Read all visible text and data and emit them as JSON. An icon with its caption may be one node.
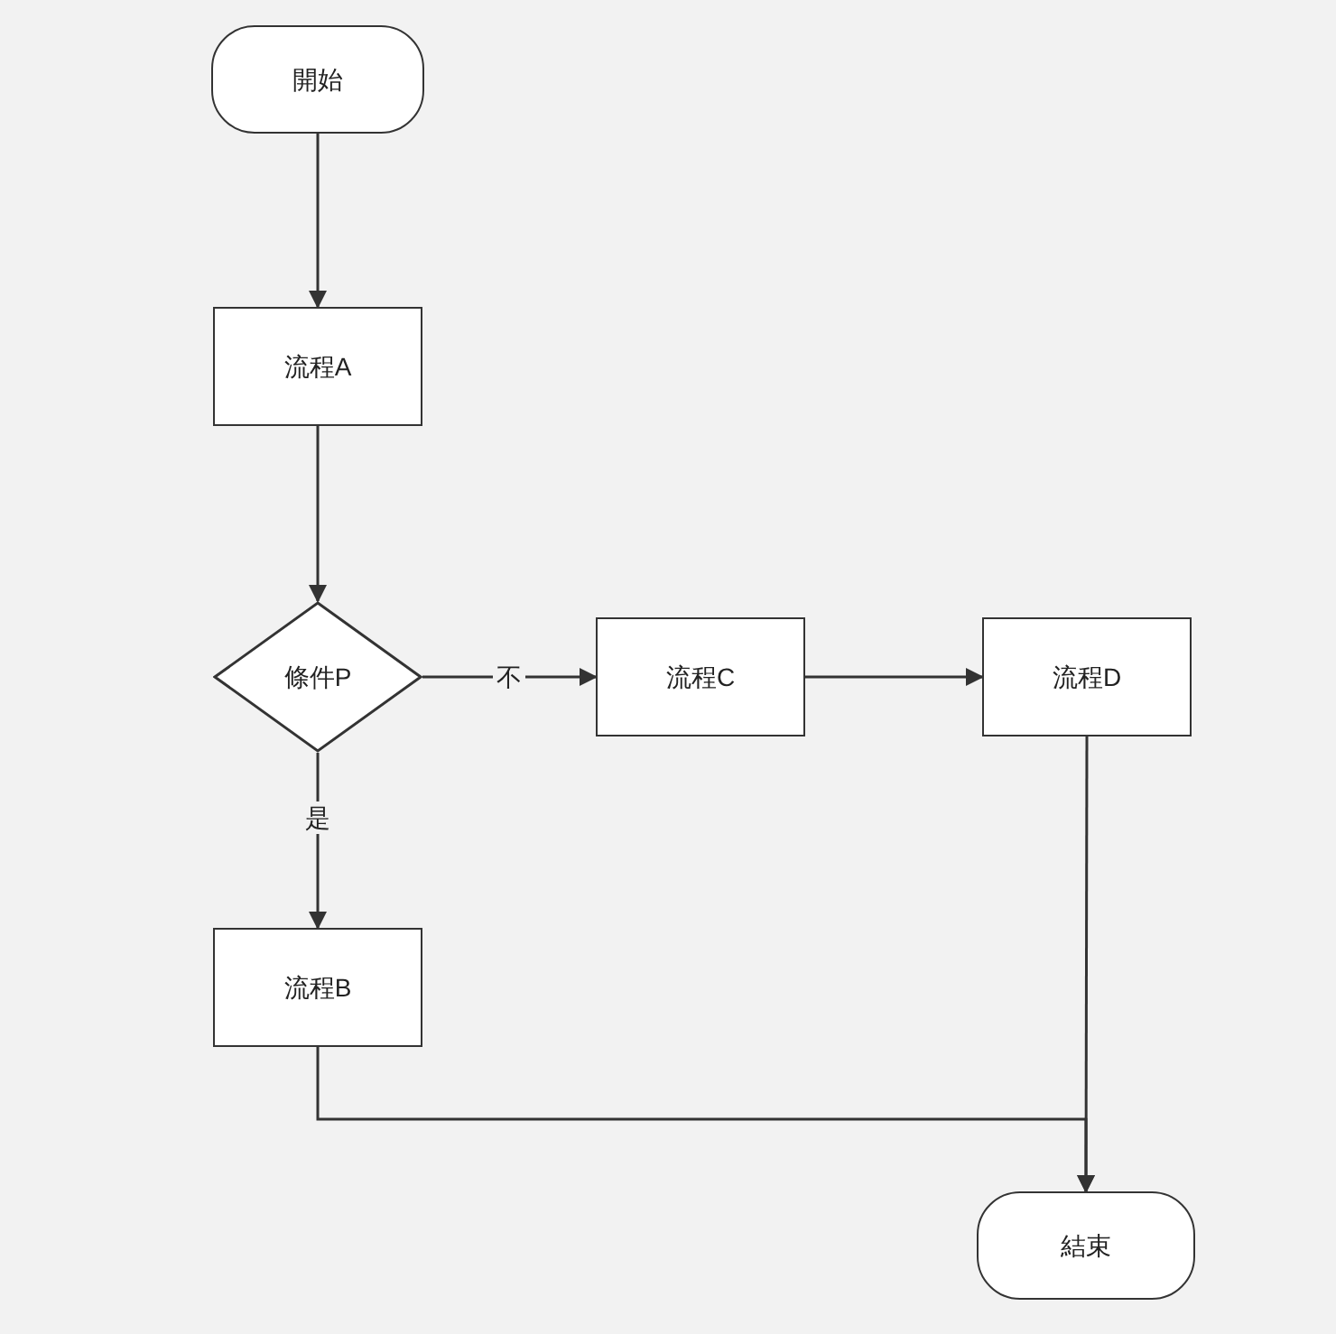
{
  "diagram": {
    "nodes": [
      {
        "text": [
          "開始"
        ]
      },
      {
        "text": [
          "流程A"
        ]
      },
      {
        "text": [
          "條件P"
        ]
      },
      {
        "text": [
          "流程B"
        ]
      },
      {
        "text": [
          "流程C"
        ]
      },
      {
        "text": [
          "流程D"
        ]
      },
      {
        "text": [
          "結束"
        ]
      }
    ],
    "edges": [
      {
        "from": 0,
        "to": 1,
        "arrow": "to"
      },
      {
        "from": 1,
        "to": 2,
        "arrow": "to"
      },
      {
        "from": 2,
        "to": 3,
        "arrow": "to",
        "label": "是"
      },
      {
        "from": 2,
        "to": 4,
        "arrow": "to",
        "label": "不"
      },
      {
        "from": 4,
        "to": 5,
        "arrow": "to"
      },
      {
        "from": 3,
        "to": 6,
        "arrow": "to"
      },
      {
        "from": 5,
        "to": 6,
        "arrow": "to"
      }
    ]
  }
}
